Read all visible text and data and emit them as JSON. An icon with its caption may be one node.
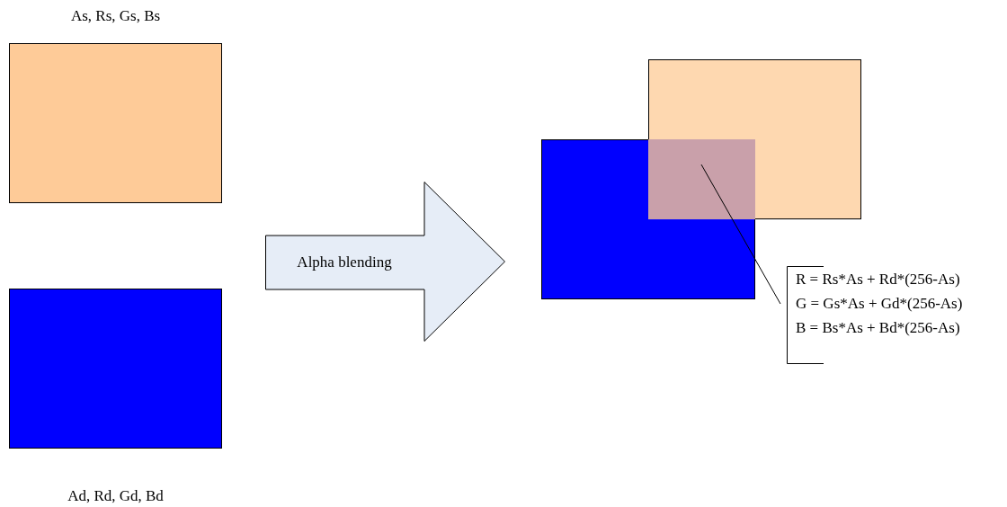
{
  "diagram": {
    "nodes": [
      {
        "text": [
          "As, Rs, Gs, Bs"
        ]
      },
      {
        "text": [
          "Ad, Rd, Gd, Bd"
        ]
      },
      {
        "text": [
          "Alpha blending"
        ]
      },
      {
        "text": [],
        "shape": "box"
      },
      {
        "text": [],
        "shape": "box"
      },
      {
        "text": [],
        "shape": "box"
      },
      {
        "text": [
          "R = Rs*As + Rd*(256-As)",
          "G = Gs*As + Gd*(256-As)",
          "B = Bs*As + Bd*(256-As)"
        ]
      }
    ],
    "edges": [
      {
        "from": 6,
        "to": 5,
        "arrow": "none"
      }
    ]
  }
}
